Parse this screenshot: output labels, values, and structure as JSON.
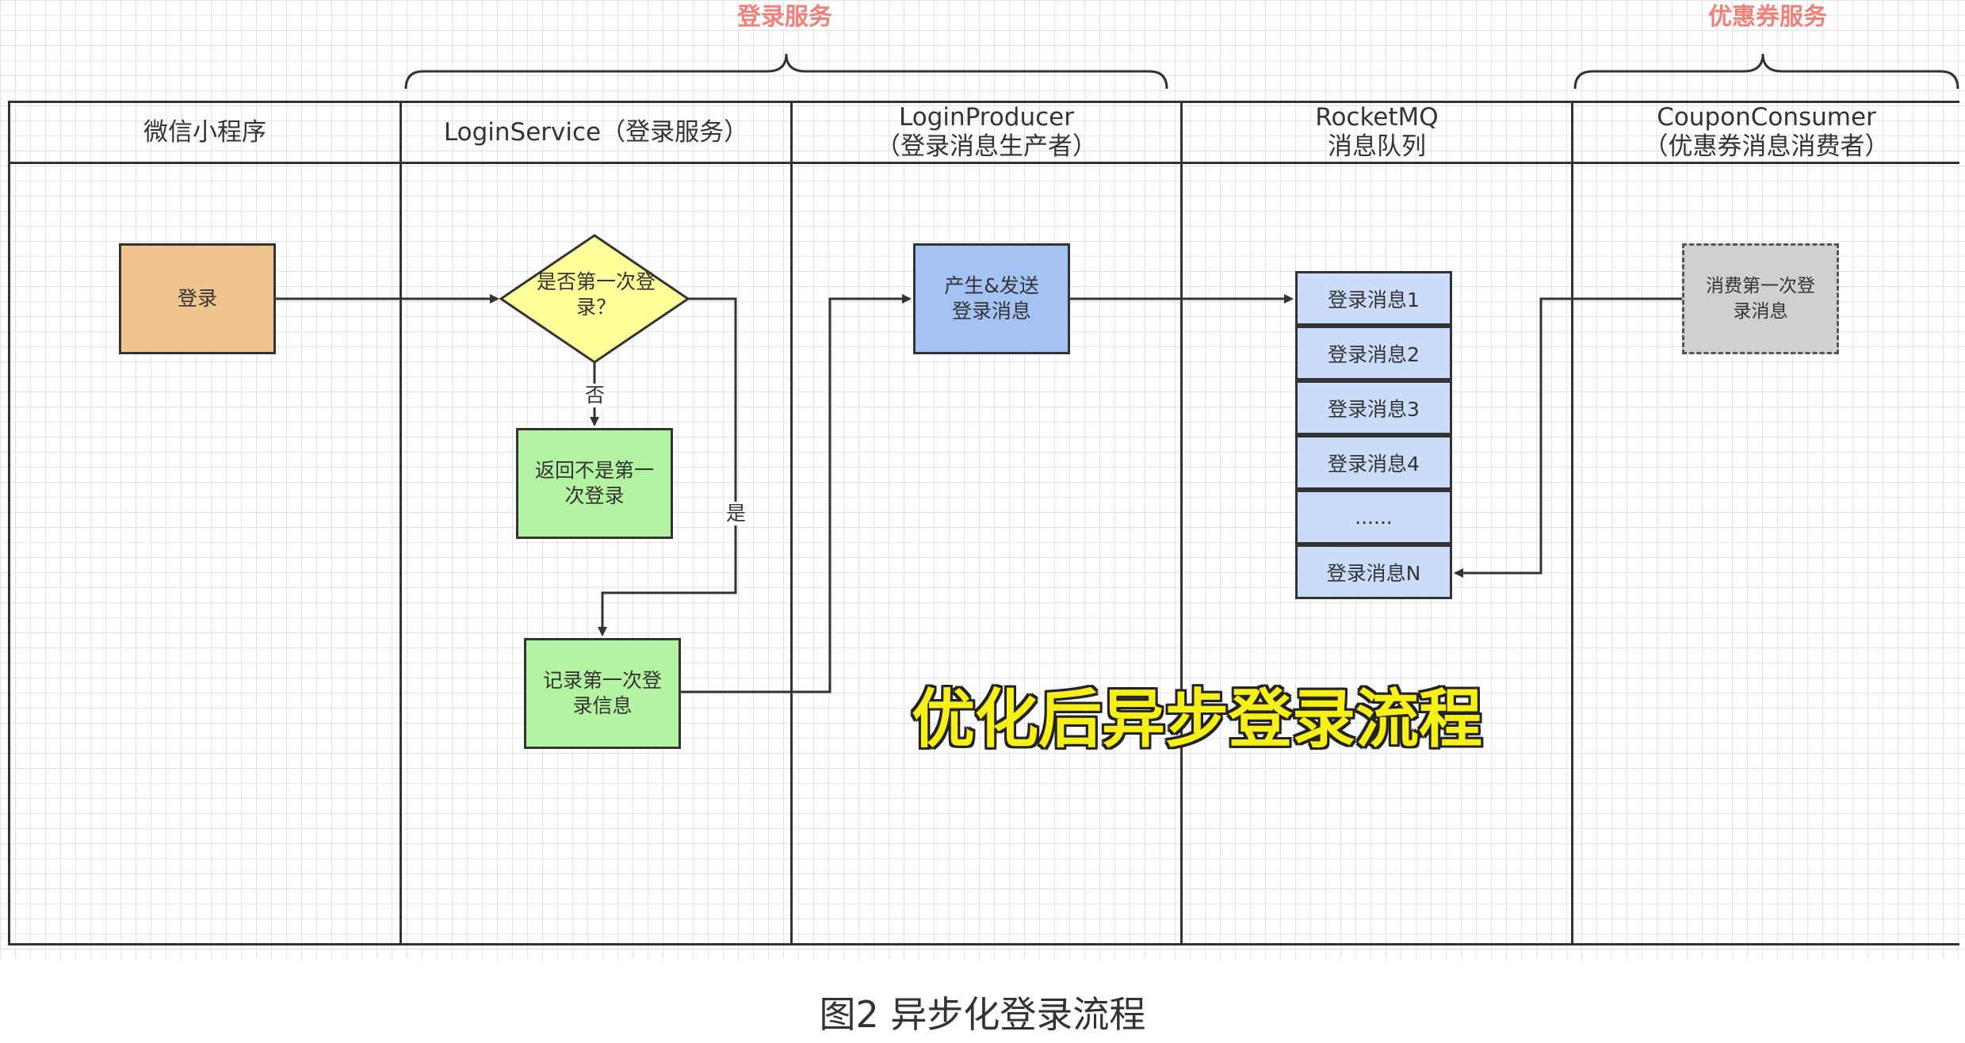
{
  "groups": [
    {
      "label": "登录服务"
    },
    {
      "label": "优惠券服务"
    }
  ],
  "lanes": [
    {
      "line1": "微信小程序",
      "line2": ""
    },
    {
      "line1": "LoginService（登录服务）",
      "line2": ""
    },
    {
      "line1": "LoginProducer",
      "line2": "（登录消息生产者）"
    },
    {
      "line1": "RocketMQ",
      "line2": "消息队列"
    },
    {
      "line1": "CouponConsumer",
      "line2": "（优惠券消息消费者）"
    }
  ],
  "nodes": {
    "login": "登录",
    "decision": {
      "line1": "是否第一次登",
      "line2": "录？"
    },
    "return_not_first": {
      "line1": "返回不是第一",
      "line2": "次登录"
    },
    "record_first": {
      "line1": "记录第一次登",
      "line2": "录信息"
    },
    "produce_send": {
      "line1": "产生&发送",
      "line2": "登录消息"
    },
    "consume_first": {
      "line1": "消费第一次登",
      "line2": "录消息"
    }
  },
  "queue": [
    "登录消息1",
    "登录消息2",
    "登录消息3",
    "登录消息4",
    "......",
    "登录消息N"
  ],
  "edge_labels": {
    "no": "否",
    "yes": "是"
  },
  "overlay_title": "优化后异步登录流程",
  "caption": "图2 异步化登录流程",
  "colors": {
    "login": "#f0c48e",
    "decision": "#ffff99",
    "green_box": "#b4f3a1",
    "produce": "#a4c2f4",
    "queue": "#cbdcf8",
    "consume": "#d0d0d0",
    "group_label": "#f0807a",
    "overlay": "#f6ef18"
  }
}
